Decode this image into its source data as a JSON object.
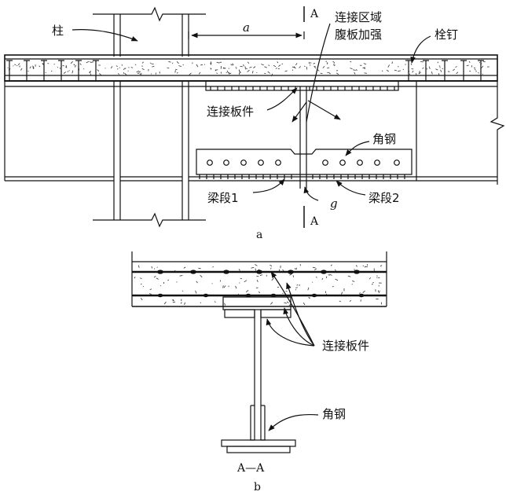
{
  "labels": {
    "column": "柱",
    "dim_a": "a",
    "section_mark_top": "A",
    "section_mark_bottom": "A",
    "connection_zone_line1": "连接区域",
    "connection_zone_line2": "腹板加强",
    "stud": "栓钉",
    "connecting_plate": "连接板件",
    "angle_steel": "角钢",
    "beam_segment_1": "梁段1",
    "gap": "g",
    "beam_segment_2": "梁段2",
    "caption_a": "a",
    "connecting_plate_b": "连接板件",
    "angle_steel_b": "角钢",
    "section_title": "A—A",
    "caption_b": "b"
  }
}
